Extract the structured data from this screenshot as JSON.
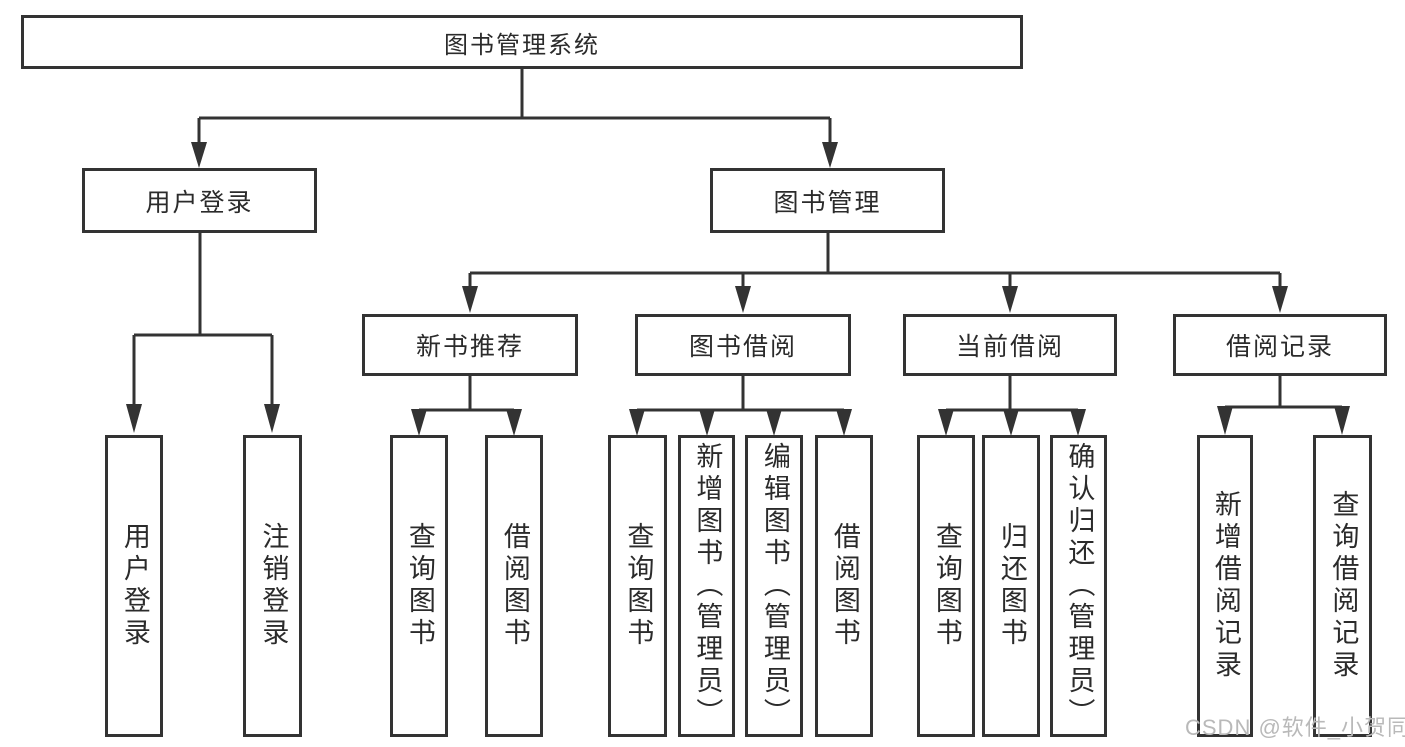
{
  "nodes": {
    "root": "图书管理系统",
    "level2": [
      "用户登录",
      "图书管理"
    ],
    "level3": [
      "新书推荐",
      "图书借阅",
      "当前借阅",
      "借阅记录"
    ],
    "leaves_user_login": [
      "用户登录",
      "注销登录"
    ],
    "leaves_new_book": [
      "查询图书",
      "借阅图书"
    ],
    "leaves_book_borrow": [
      "查询图书",
      "新增图书（管理员）",
      "编辑图书（管理员）",
      "借阅图书"
    ],
    "leaves_current_borrow": [
      "查询图书",
      "归还图书",
      "确认归还（管理员）"
    ],
    "leaves_borrow_record": [
      "新增借阅记录",
      "查询借阅记录"
    ]
  },
  "watermark": "CSDN @软件_小贺同学",
  "colors": {
    "line": "#333333",
    "text": "#2b2b2b",
    "box_background": "#ffffff",
    "watermark": "#b9b9b9",
    "background": "#ffffff"
  }
}
